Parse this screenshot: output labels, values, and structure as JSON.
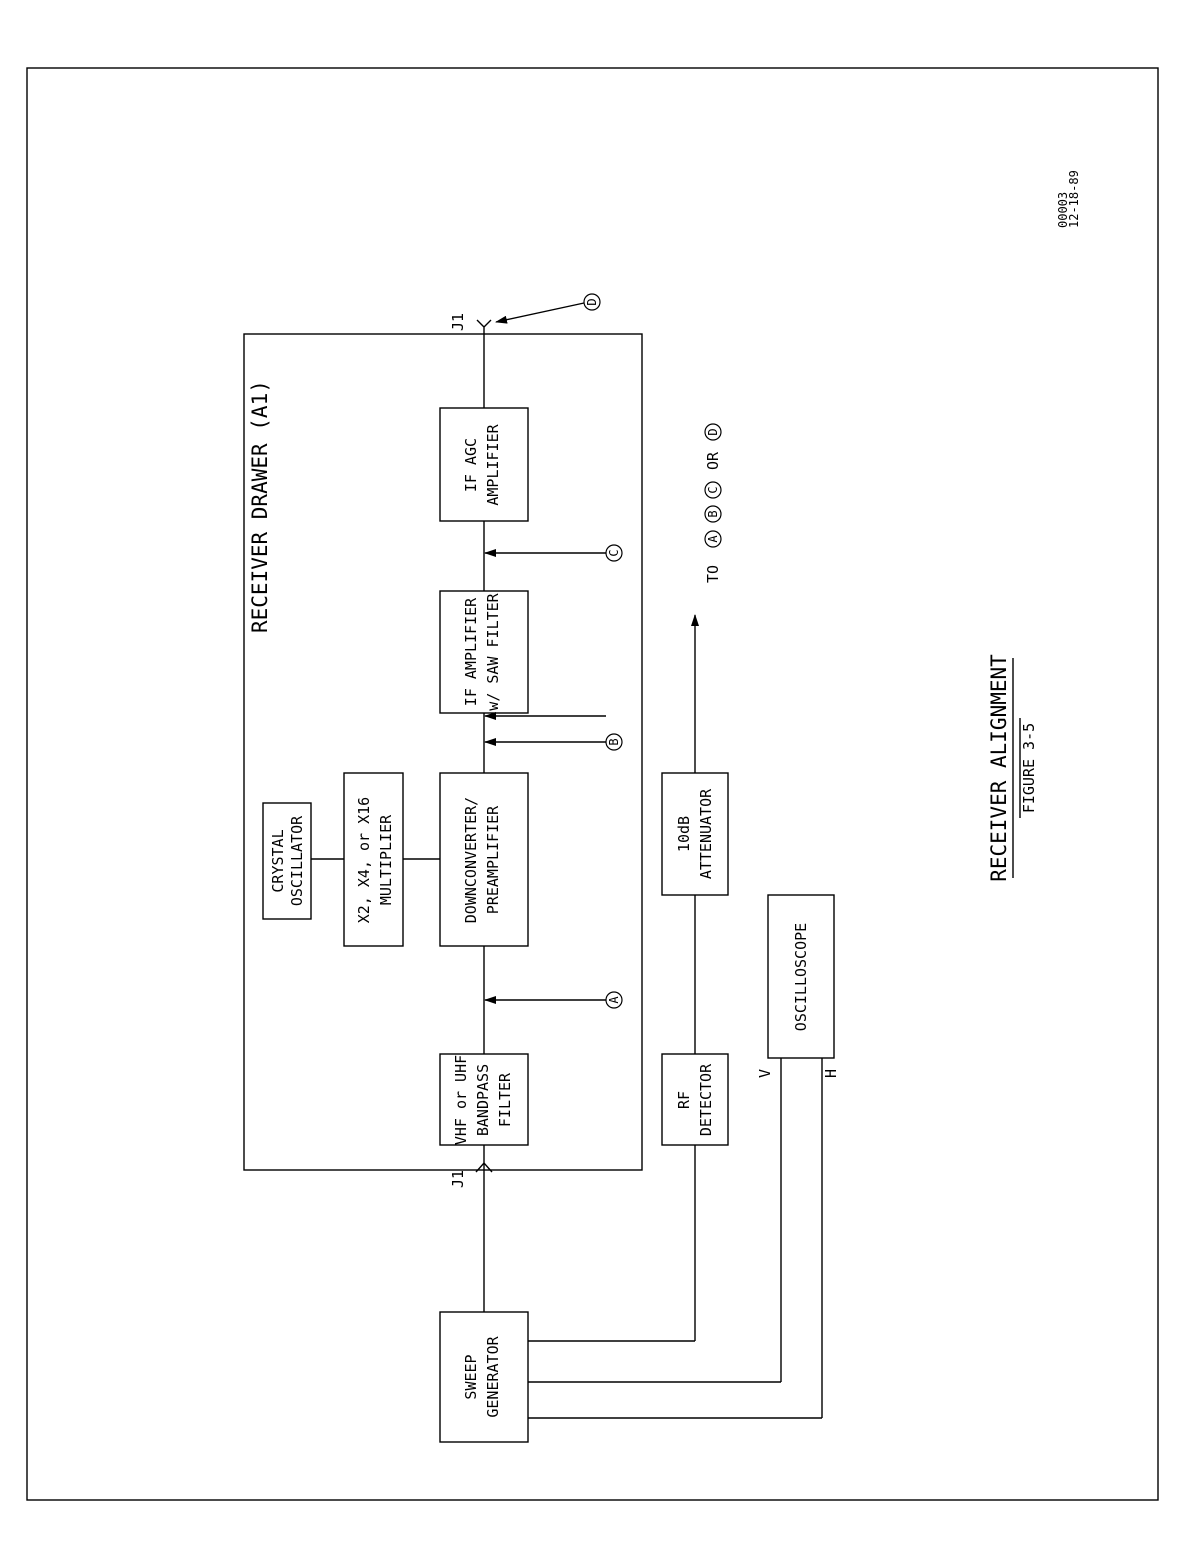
{
  "drawing": {
    "number": "00003",
    "date": "12-18-89"
  },
  "title": {
    "main": "RECEIVER ALIGNMENT",
    "sub": "FIGURE 3-5"
  },
  "receiver_drawer": {
    "label": "RECEIVER DRAWER (A1)"
  },
  "blocks": {
    "sweep_generator": [
      "SWEEP",
      "GENERATOR"
    ],
    "bandpass_filter": [
      "VHF or UHF",
      "BANDPASS",
      "FILTER"
    ],
    "downconverter": [
      "DOWNCONVERTER/",
      "PREAMPLIFIER"
    ],
    "if_amplifier": [
      "IF AMPLIFIER",
      "w/ SAW FILTER"
    ],
    "if_agc": [
      "IF AGC",
      "AMPLIFIER"
    ],
    "crystal_osc": [
      "CRYSTAL",
      "OSCILLATOR"
    ],
    "multiplier": [
      "X2, X4, or X16",
      "MULTIPLIER"
    ],
    "rf_detector": [
      "RF",
      "DETECTOR"
    ],
    "attenuator": [
      "10dB",
      "ATTENUATOR"
    ],
    "oscilloscope": [
      "OSCILLOSCOPE"
    ]
  },
  "connectors": {
    "j1_in": "J1",
    "j1_out": "J1"
  },
  "scope_inputs": {
    "v": "V",
    "h": "H"
  },
  "test_points": {
    "a": "A",
    "b": "B",
    "c": "C",
    "d": "D"
  },
  "to_label": {
    "to": "TO",
    "or": "OR"
  }
}
